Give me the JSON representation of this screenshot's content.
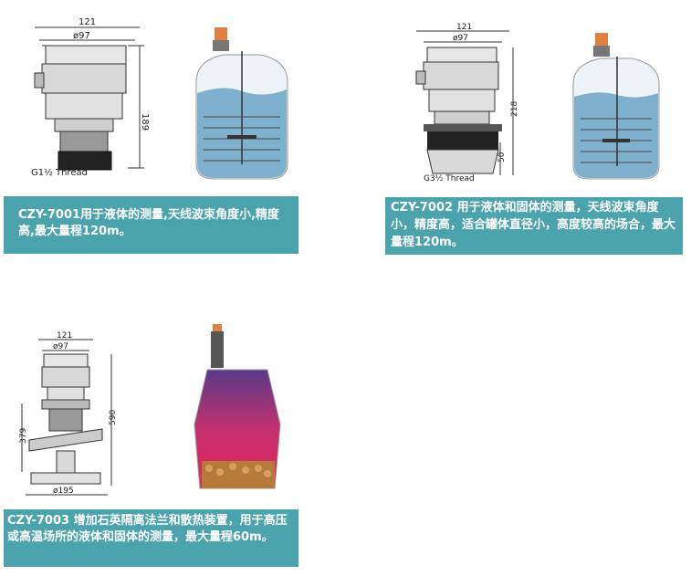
{
  "products": [
    {
      "caption": "CZY-7001用于液体的测量,天线波束角度小,精度高,最大量程120m。",
      "dims": {
        "width": "121",
        "diameter": "ø97",
        "height": "189",
        "thread": "G1½  Thread"
      }
    },
    {
      "caption": "CZY-7002 用于液体和固体的测量，天线波束角度小，精度高，适合罐体直径小，高度较高的场合，最大量程120m。",
      "dims": {
        "width": "121",
        "diameter": "ø97",
        "height": "218",
        "horn_height": "50",
        "thread": "G3½  Thread"
      }
    },
    {
      "caption": "CZY-7003 增加石英隔离法兰和散热装置，用于高压或高温场所的液体和固体的测量，最大量程60m。",
      "dims": {
        "width": "121",
        "diameter": "ø97",
        "height": "590",
        "lower_height": "379",
        "flange": "ø195"
      }
    }
  ],
  "colors": {
    "caption_bg": "#4aa3ad",
    "caption_text": "#ffffff",
    "liquid": "#7fb1cf",
    "furnace_top": "#5a3a8a",
    "furnace_bottom": "#e6245c"
  }
}
